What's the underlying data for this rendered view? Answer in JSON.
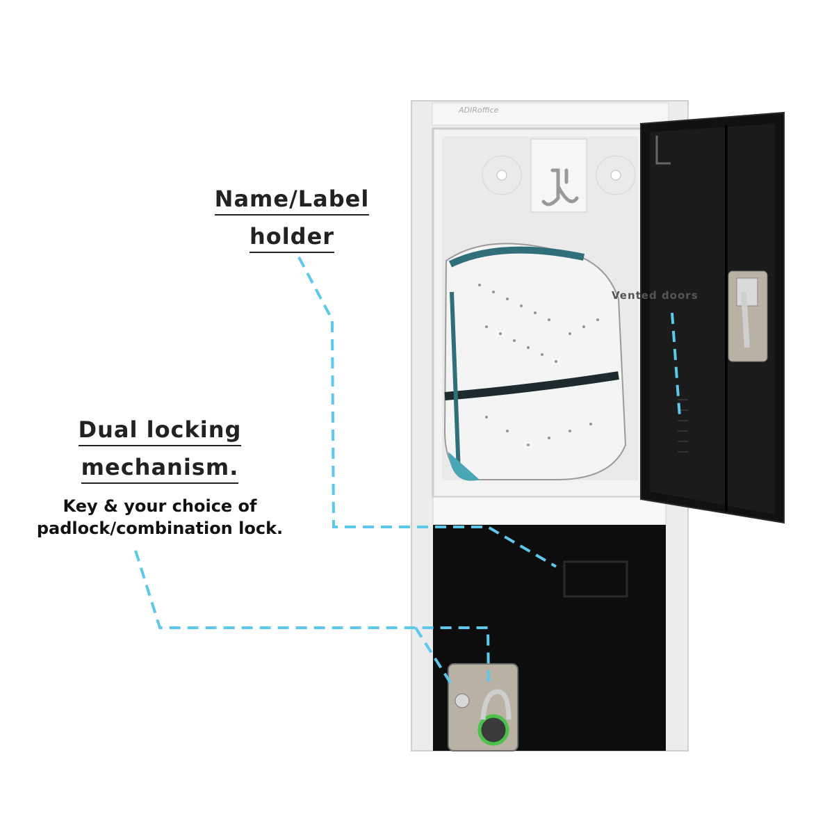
{
  "callouts": {
    "label_holder": {
      "line1": "Name/Label",
      "line2": "holder"
    },
    "locking": {
      "line1": "Dual locking",
      "line2": "mechanism."
    },
    "locking_detail": {
      "line1": "Key & your choice of",
      "line2": "padlock/combination lock."
    },
    "vented": "Vented doors"
  },
  "brand": "ADIRoffice",
  "colors": {
    "callout_line": "#5bc8ec",
    "locker_frame": "#e8e8e8",
    "door": "#111111"
  }
}
